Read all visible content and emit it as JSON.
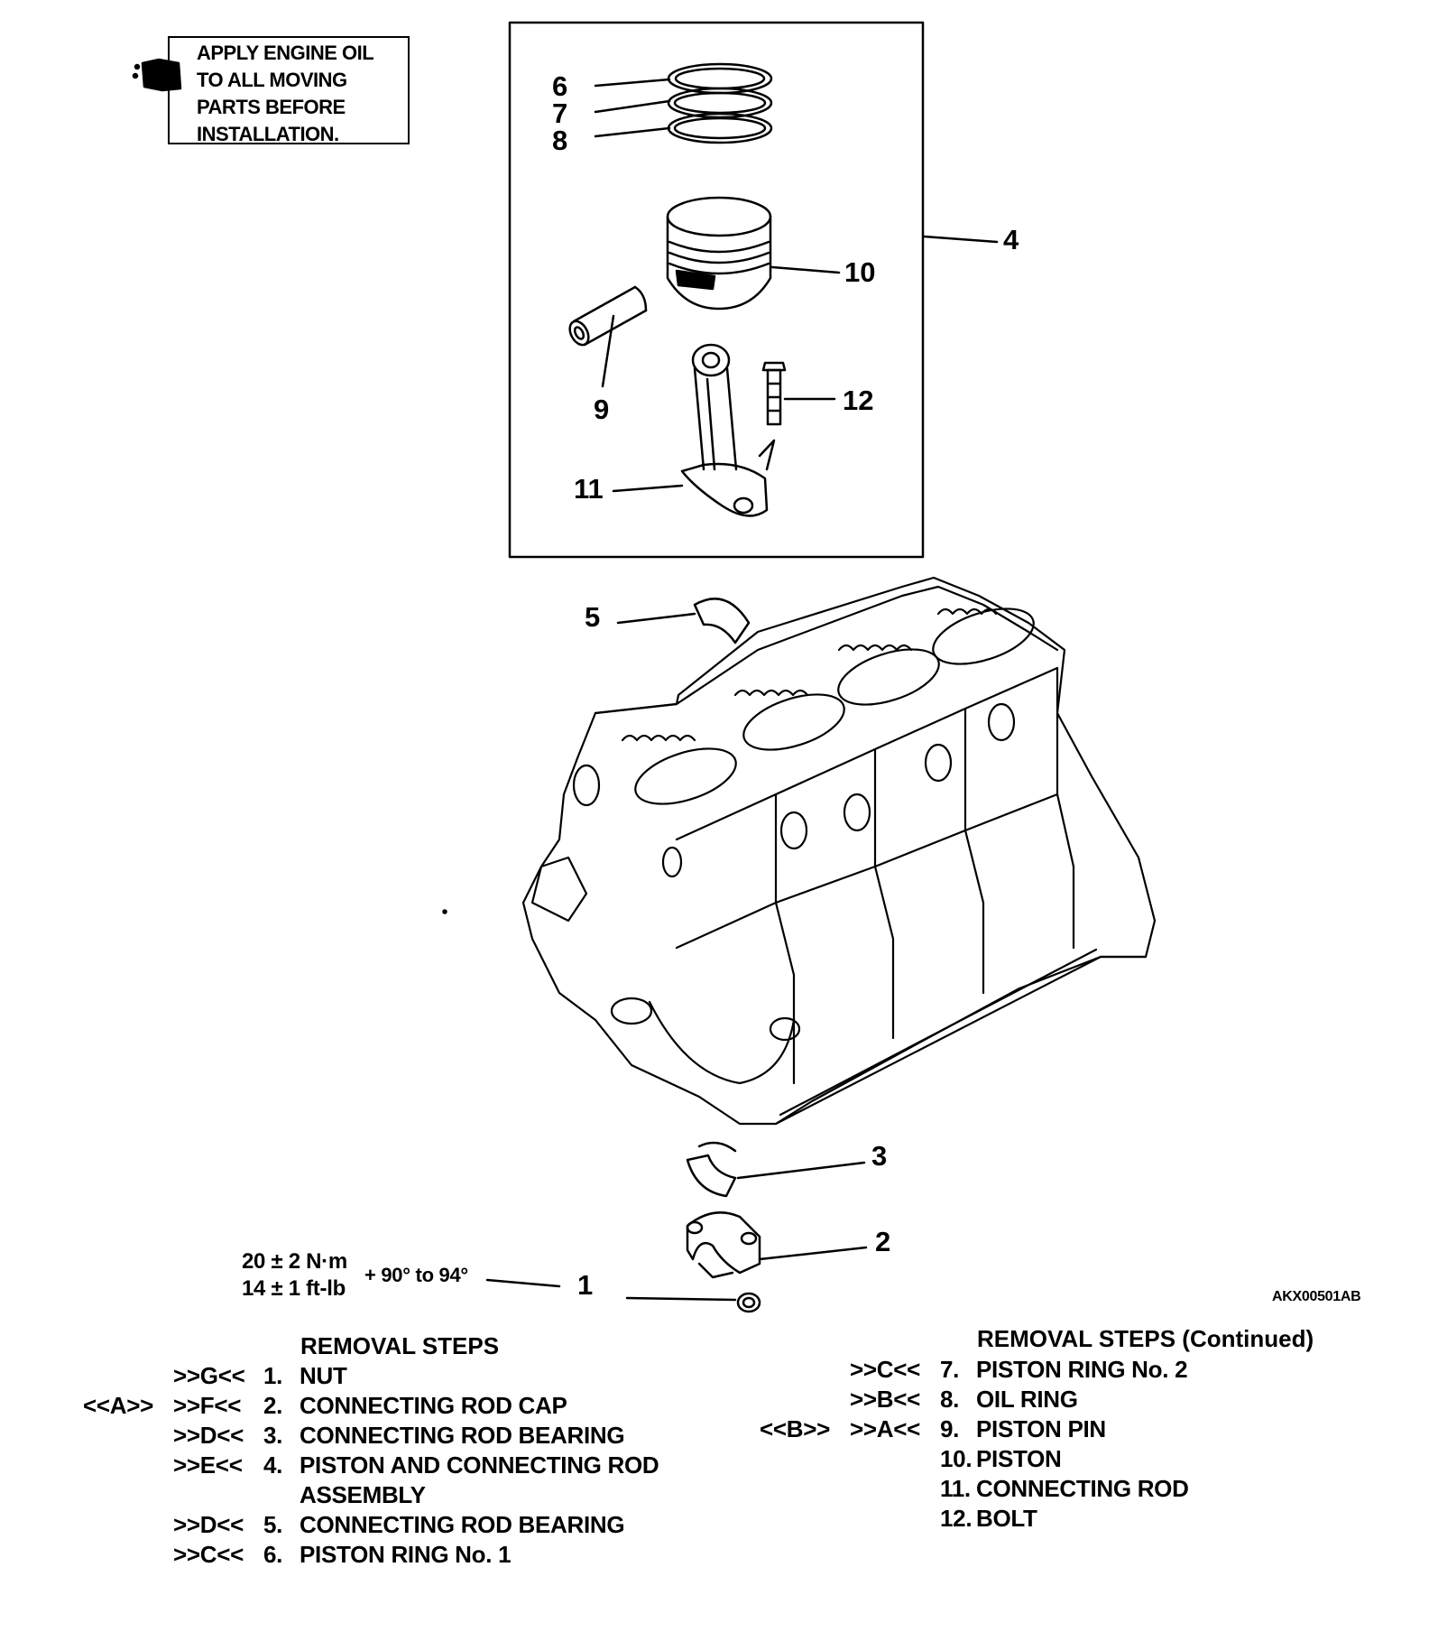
{
  "note": {
    "lines": [
      "APPLY ENGINE OIL",
      "TO ALL MOVING",
      "PARTS BEFORE",
      "INSTALLATION."
    ]
  },
  "callouts": [
    "1",
    "2",
    "3",
    "4",
    "5",
    "6",
    "7",
    "8",
    "9",
    "10",
    "11",
    "12"
  ],
  "torque": {
    "line1": "20 ± 2 N·m",
    "line2": "14 ± 1 ft-lb",
    "angle": "+ 90° to 94°"
  },
  "figure_code": "AKX00501AB",
  "steps_left": {
    "title": "REMOVAL STEPS",
    "rows": [
      {
        "pre": "",
        "tag": ">>G<<",
        "num": "1.",
        "text": "NUT"
      },
      {
        "pre": "<<A>>",
        "tag": ">>F<<",
        "num": "2.",
        "text": "CONNECTING ROD CAP"
      },
      {
        "pre": "",
        "tag": ">>D<<",
        "num": "3.",
        "text": "CONNECTING ROD BEARING"
      },
      {
        "pre": "",
        "tag": ">>E<<",
        "num": "4.",
        "text": "PISTON AND CONNECTING ROD"
      },
      {
        "pre": "",
        "tag": "",
        "num": "",
        "text": "ASSEMBLY"
      },
      {
        "pre": "",
        "tag": ">>D<<",
        "num": "5.",
        "text": "CONNECTING ROD BEARING"
      },
      {
        "pre": "",
        "tag": ">>C<<",
        "num": "6.",
        "text": "PISTON RING No. 1"
      }
    ]
  },
  "steps_right": {
    "title": "REMOVAL STEPS (Continued)",
    "rows": [
      {
        "pre": "",
        "tag": ">>C<<",
        "num": "7.",
        "text": "PISTON RING No. 2"
      },
      {
        "pre": "",
        "tag": ">>B<<",
        "num": "8.",
        "text": "OIL RING"
      },
      {
        "pre": "<<B>>",
        "tag": ">>A<<",
        "num": "9.",
        "text": "PISTON PIN"
      },
      {
        "pre": "",
        "tag": "",
        "num": "10.",
        "text": "PISTON"
      },
      {
        "pre": "",
        "tag": "",
        "num": "11.",
        "text": "CONNECTING ROD"
      },
      {
        "pre": "",
        "tag": "",
        "num": "12.",
        "text": "BOLT"
      }
    ]
  }
}
